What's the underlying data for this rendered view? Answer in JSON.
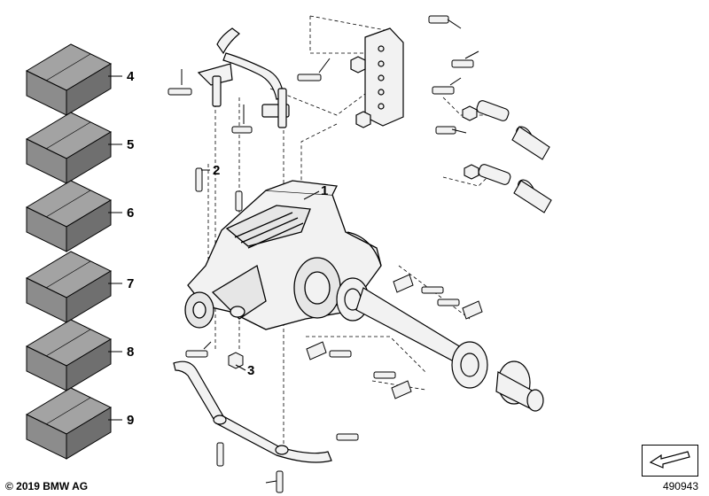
{
  "kits": [
    {
      "number": "4"
    },
    {
      "number": "5"
    },
    {
      "number": "6"
    },
    {
      "number": "7"
    },
    {
      "number": "8"
    },
    {
      "number": "9"
    }
  ],
  "callouts": [
    {
      "number": "1"
    },
    {
      "number": "2"
    },
    {
      "number": "3"
    }
  ],
  "footer": {
    "copyright": "© 2019 BMW AG",
    "diagram_number": "490943"
  },
  "colors": {
    "kit_box": "#8c8c8c",
    "kit_box_top": "#a3a3a3",
    "kit_box_side": "#6f6f6f",
    "linework": "#000000",
    "part_fill": "#f2f2f2"
  }
}
